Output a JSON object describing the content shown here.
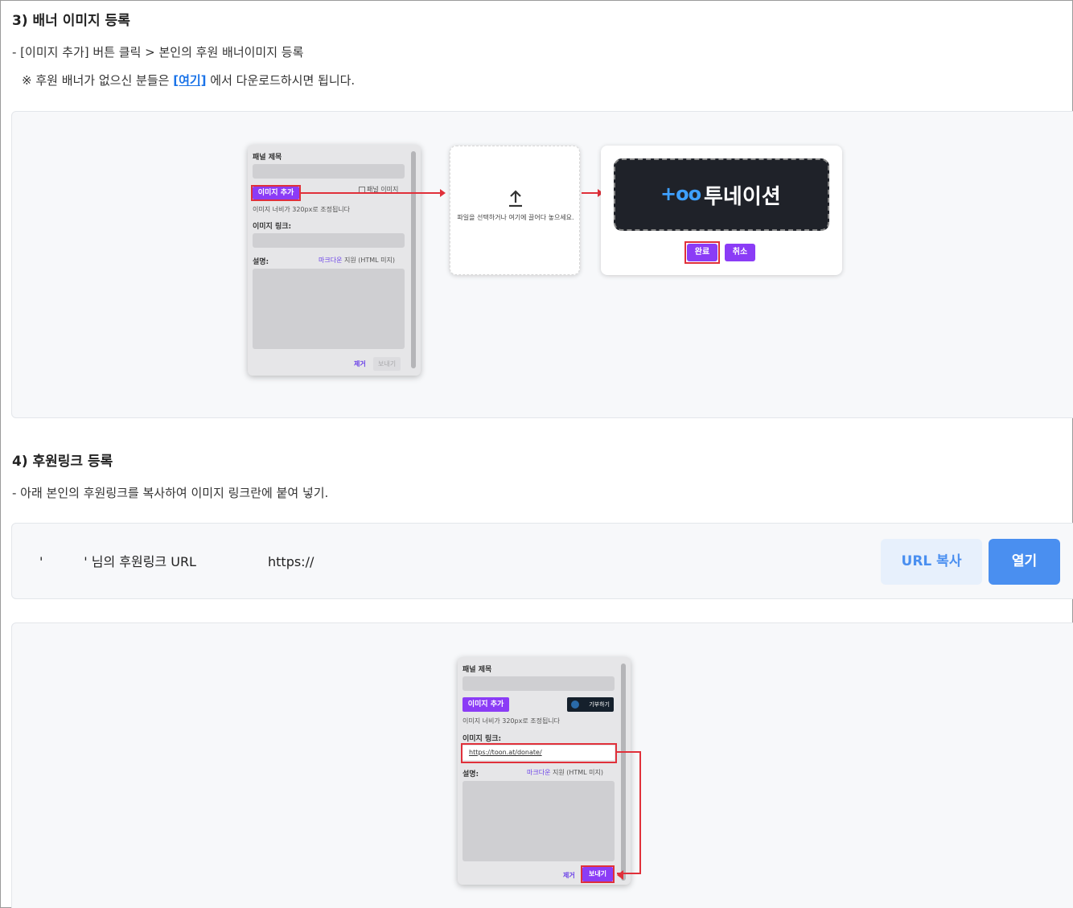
{
  "section3": {
    "heading": "3) 배너 이미지 등록",
    "step": "- [이미지 추가] 버튼 클릭 > 본인의 후원 배너이미지 등록",
    "note_prefix": "※ 후원 배너가 없으신 분들은 ",
    "note_link": "[여기]",
    "note_suffix": " 에서 다운로드하시면 됩니다."
  },
  "panel_mock_1": {
    "title_label": "패널 제목",
    "add_image_button": "이미지 추가",
    "panel_image_checkbox": "패널 이미지",
    "width_notice": "이미지 너비가 320px로 조정됩니다",
    "image_link_label": "이미지 링크:",
    "description_label": "설명:",
    "markdown_hint_link": "마크다운",
    "markdown_hint_suffix": " 지원 (HTML 미지)",
    "remove_button": "제거",
    "send_button": "보내기"
  },
  "upload_card": {
    "icon": "upload-icon",
    "text": "파일을 선택하거나 여기에 끌어다 놓으세요."
  },
  "banner_card": {
    "brand_mark": "+oo",
    "brand_text": "투네이션",
    "confirm_button": "완료",
    "cancel_button": "취소"
  },
  "section4": {
    "heading": "4) 후원링크 등록",
    "step": "- 아래 본인의 후원링크를 복사하여 이미지 링크란에 붙여 넣기."
  },
  "url_panel": {
    "label": "'          ' 님의 후원링크 URL",
    "url": "https://",
    "copy_button": "URL 복사",
    "open_button": "열기"
  },
  "panel_mock_2": {
    "title_label": "패널 제목",
    "add_image_button": "이미지 추가",
    "donate_thumb": "기부하기",
    "width_notice": "이미지 너비가 320px로 조정됩니다",
    "image_link_label": "이미지 링크:",
    "image_link_value": "https://toon.at/donate/",
    "description_label": "설명:",
    "markdown_hint_link": "마크다운",
    "markdown_hint_suffix": " 지원 (HTML 미지)",
    "remove_button": "제거",
    "send_button": "보내기"
  },
  "colors": {
    "accent_purple": "#8b3cf6",
    "highlight_red": "#e0303a",
    "link_blue": "#1a73e8",
    "button_blue": "#4a8ff0"
  }
}
